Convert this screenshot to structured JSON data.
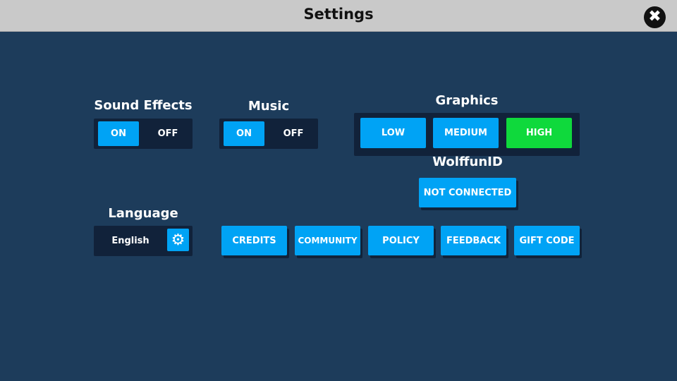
{
  "header": {
    "title": "Settings",
    "close_icon": "close-icon"
  },
  "sound_effects": {
    "label": "Sound Effects",
    "on": "ON",
    "off": "OFF",
    "selected": "ON"
  },
  "music": {
    "label": "Music",
    "on": "ON",
    "off": "OFF",
    "selected": "ON"
  },
  "graphics": {
    "label": "Graphics",
    "options": [
      "LOW",
      "MEDIUM",
      "HIGH"
    ],
    "selected": "HIGH"
  },
  "wolffun": {
    "label": "WolffunID",
    "status": "NOT CONNECTED"
  },
  "language": {
    "label": "Language",
    "value": "English",
    "settings_icon": "gear-icon"
  },
  "links": [
    "CREDITS",
    "COMMUNITY",
    "POLICY",
    "FEEDBACK",
    "GIFT CODE"
  ],
  "colors": {
    "background": "#1d3c5b",
    "accent": "#00a3f5",
    "selected": "#0fd93c",
    "panel": "#11223a"
  }
}
